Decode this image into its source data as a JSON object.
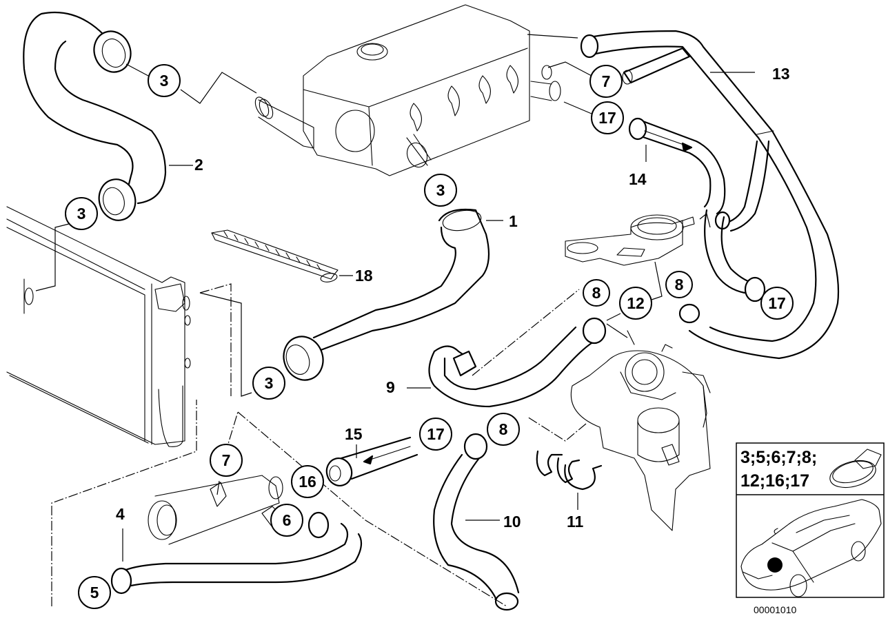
{
  "diagram": {
    "title": "Cooling system coolant hoses – exploded parts diagram",
    "drawing_number": "00001010",
    "callouts_circled": [
      {
        "id": "c3a",
        "label": "3"
      },
      {
        "id": "c3b",
        "label": "3"
      },
      {
        "id": "c3c",
        "label": "3"
      },
      {
        "id": "c3d",
        "label": "3"
      },
      {
        "id": "c7a",
        "label": "7"
      },
      {
        "id": "c17a",
        "label": "17"
      },
      {
        "id": "c8a",
        "label": "8"
      },
      {
        "id": "c12",
        "label": "12"
      },
      {
        "id": "c8b",
        "label": "8"
      },
      {
        "id": "c17b",
        "label": "17"
      },
      {
        "id": "c8c",
        "label": "8"
      },
      {
        "id": "c17c",
        "label": "17"
      },
      {
        "id": "c16",
        "label": "16"
      },
      {
        "id": "c7b",
        "label": "7"
      },
      {
        "id": "c6",
        "label": "6"
      },
      {
        "id": "c5",
        "label": "5"
      }
    ],
    "part_labels": [
      {
        "id": "p1",
        "label": "1"
      },
      {
        "id": "p2",
        "label": "2"
      },
      {
        "id": "p4",
        "label": "4"
      },
      {
        "id": "p9",
        "label": "9"
      },
      {
        "id": "p10",
        "label": "10"
      },
      {
        "id": "p11",
        "label": "11"
      },
      {
        "id": "p13",
        "label": "13"
      },
      {
        "id": "p14",
        "label": "14"
      },
      {
        "id": "p15",
        "label": "15"
      },
      {
        "id": "p18",
        "label": "18"
      }
    ],
    "legend": {
      "clamp_items_line1": "3;5;6;7;8;",
      "clamp_items_line2": "12;16;17",
      "clamp_icon": "hose-clamp-icon",
      "locator_icon": "car-locator-icon",
      "locator_marker": "engine-bay-marker"
    }
  }
}
